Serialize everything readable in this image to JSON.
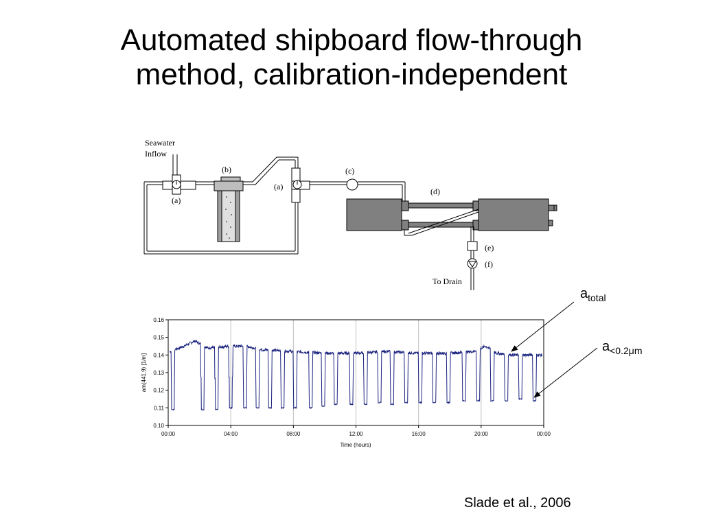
{
  "slide": {
    "title_line1": "Automated shipboard flow-through",
    "title_line2": "method, calibration-independent",
    "citation": "Slade et al., 2006"
  },
  "diagram": {
    "labels": {
      "seawater": "Seawater",
      "inflow": "Inflow",
      "a1": "(a)",
      "b": "(b)",
      "a2": "(a)",
      "c": "(c)",
      "d": "(d)",
      "e": "(e)",
      "f": "(f)",
      "drain": "To Drain"
    }
  },
  "callouts": {
    "total": {
      "base": "a",
      "sub": "total"
    },
    "filtered": {
      "base": "a",
      "sub": "<0.2μm"
    }
  },
  "chart_data": {
    "type": "line",
    "xlabel": "Time (hours)",
    "ylabel": "am(441.9) [1/m]",
    "xlim": [
      0,
      24
    ],
    "ylim": [
      0.1,
      0.16
    ],
    "x_ticks": [
      "00:00",
      "04:00",
      "08:00",
      "12:00",
      "16:00",
      "20:00",
      "00:00"
    ],
    "y_ticks": [
      "0.10",
      "0.11",
      "0.12",
      "0.13",
      "0.14",
      "0.15",
      "0.16"
    ],
    "grid": "vertical",
    "legend": "none",
    "line_color": "#1a237e",
    "series": [
      {
        "baseline_points": [
          [
            0.1,
            0.142
          ],
          [
            1.0,
            0.145
          ],
          [
            1.7,
            0.148
          ],
          [
            2.5,
            0.144
          ],
          [
            4.0,
            0.145
          ],
          [
            5.0,
            0.145
          ],
          [
            6.0,
            0.143
          ],
          [
            8.0,
            0.142
          ],
          [
            10.0,
            0.141
          ],
          [
            12.0,
            0.141
          ],
          [
            14.0,
            0.142
          ],
          [
            16.0,
            0.141
          ],
          [
            18.0,
            0.141
          ],
          [
            19.5,
            0.142
          ],
          [
            20.3,
            0.145
          ],
          [
            21.0,
            0.141
          ],
          [
            22.0,
            0.14
          ],
          [
            23.9,
            0.14
          ]
        ],
        "dip_times_hours": [
          0.2,
          2.1,
          3.0,
          3.9,
          4.8,
          5.6,
          6.4,
          7.2,
          8.0,
          9.0,
          9.8,
          10.6,
          11.6,
          12.5,
          13.4,
          14.2,
          15.1,
          16.0,
          16.9,
          17.8,
          18.8,
          19.7,
          20.6,
          21.5,
          22.4,
          23.3
        ],
        "dip_min_values": [
          0.109,
          0.109,
          0.109,
          0.11,
          0.11,
          0.11,
          0.11,
          0.11,
          0.11,
          0.11,
          0.111,
          0.112,
          0.112,
          0.112,
          0.113,
          0.112,
          0.113,
          0.113,
          0.113,
          0.113,
          0.114,
          0.114,
          0.114,
          0.114,
          0.115,
          0.114
        ]
      }
    ]
  }
}
